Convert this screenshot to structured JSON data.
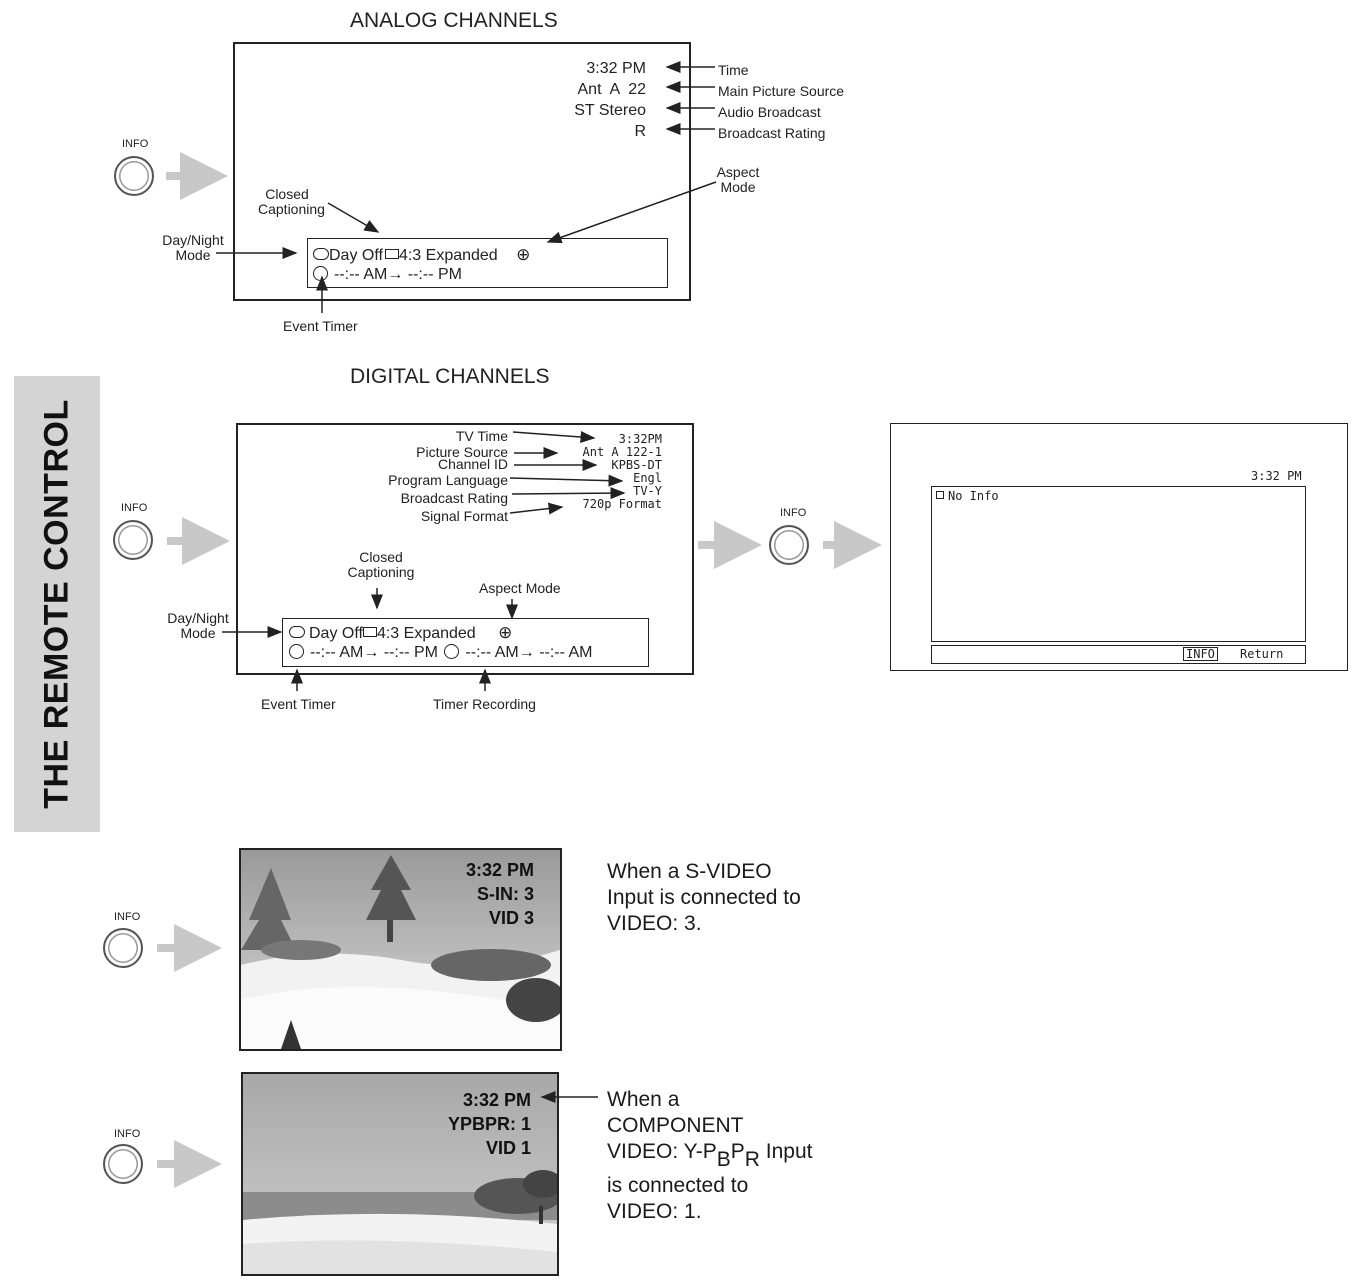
{
  "side_tab": "THE REMOTE CONTROL",
  "button_label": "INFO",
  "analog": {
    "title": "ANALOG CHANNELS",
    "osd_lines": [
      "3:32 PM",
      "Ant  A  22",
      "ST Stereo",
      "R"
    ],
    "callouts": [
      "Time",
      "Main Picture Source",
      "Audio Broadcast",
      "Broadcast Rating"
    ],
    "closed_captioning": "Closed\nCaptioning",
    "aspect_mode": "Aspect\nMode",
    "day_night_mode": "Day/Night\nMode",
    "event_timer": "Event Timer",
    "bar_line1": "Day Off",
    "bar_line1_mode": "4:3 Expanded",
    "bar_line2": "--:-- AM→ --:-- PM"
  },
  "digital": {
    "title": "DIGITAL CHANNELS",
    "callouts": [
      "TV Time",
      "Picture Source",
      "Channel ID",
      "Program Language",
      "Broadcast Rating",
      "Signal Format"
    ],
    "osd_values": [
      "3:32PM",
      "Ant A 122-1",
      "KPBS-DT",
      "Engl",
      "TV-Y",
      "720p Format"
    ],
    "closed_captioning": "Closed\nCaptioning",
    "aspect_mode": "Aspect Mode",
    "day_night_mode": "Day/Night\nMode",
    "event_timer": "Event Timer",
    "timer_recording": "Timer Recording",
    "bar_line1": "Day Off",
    "bar_line1_mode": "4:3 Expanded",
    "bar_line2a": "--:-- AM→  --:-- PM",
    "bar_line2b": "--:-- AM→  --:-- AM"
  },
  "no_info_screen": {
    "time": "3:32 PM",
    "message": "No Info",
    "key": "INFO",
    "key_action": "Return"
  },
  "svideo": {
    "lines": [
      "3:32 PM",
      "S-IN: 3",
      "VID 3"
    ],
    "description": "When a S-VIDEO\nInput is connected to\nVIDEO: 3."
  },
  "component": {
    "lines": [
      "3:32 PM",
      "YPBPR: 1",
      "VID 1"
    ],
    "desc_1": "When a",
    "desc_2": "COMPONENT",
    "desc_3_pre": "VIDEO: Y-P",
    "desc_3_sub1": "B",
    "desc_3_mid": "P",
    "desc_3_sub2": "R",
    "desc_3_post": " Input",
    "desc_4": "is connected to",
    "desc_5": "VIDEO: 1."
  },
  "colors": {
    "tab_gray": "#d4d4d4",
    "arrow_gray": "#c8c8c8",
    "ink": "#222222"
  }
}
